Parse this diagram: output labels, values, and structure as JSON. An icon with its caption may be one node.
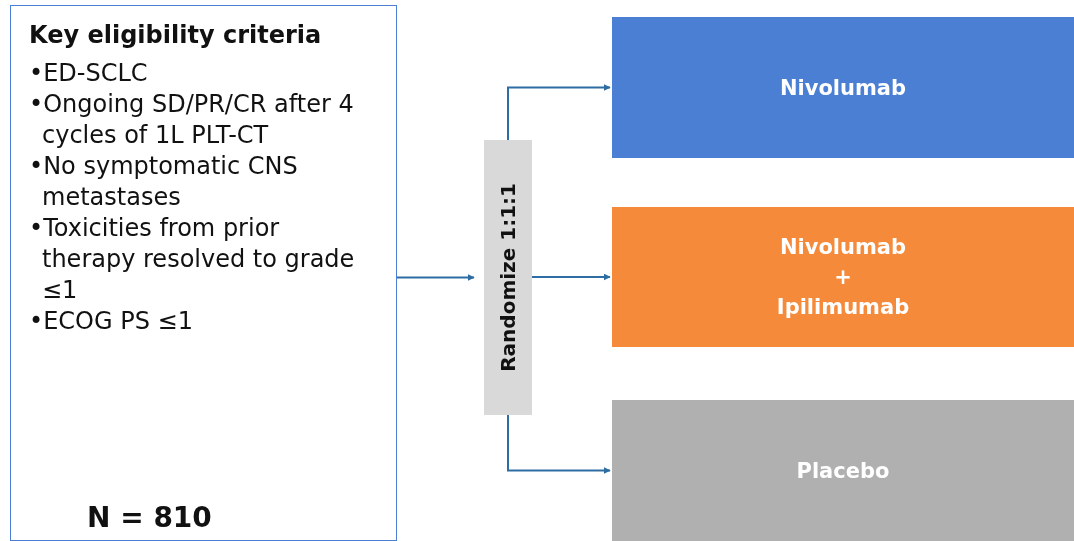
{
  "diagram": {
    "nodes": [
      {
        "text": [
          "Key eligibility criteria",
          "•ED-SCLC",
          "•Ongoing SD/PR/CR after 4 cycles of 1L PLT-CT",
          "•No symptomatic CNS metastases",
          "•Toxicities from prior therapy resolved to grade ≤1",
          "•ECOG PS ≤1",
          "N = 810"
        ]
      },
      {
        "text": [
          "Randomize 1:1:1"
        ]
      },
      {
        "text": [
          "Nivolumab"
        ]
      },
      {
        "text": [
          "Nivolumab + Ipilimumab"
        ]
      },
      {
        "text": [
          "Placebo"
        ]
      }
    ],
    "edges": [
      {
        "from": 0,
        "to": 1,
        "arrow": "to"
      },
      {
        "from": 1,
        "to": 2,
        "arrow": "to"
      },
      {
        "from": 1,
        "to": 3,
        "arrow": "to"
      },
      {
        "from": 1,
        "to": 4,
        "arrow": "to"
      }
    ]
  }
}
